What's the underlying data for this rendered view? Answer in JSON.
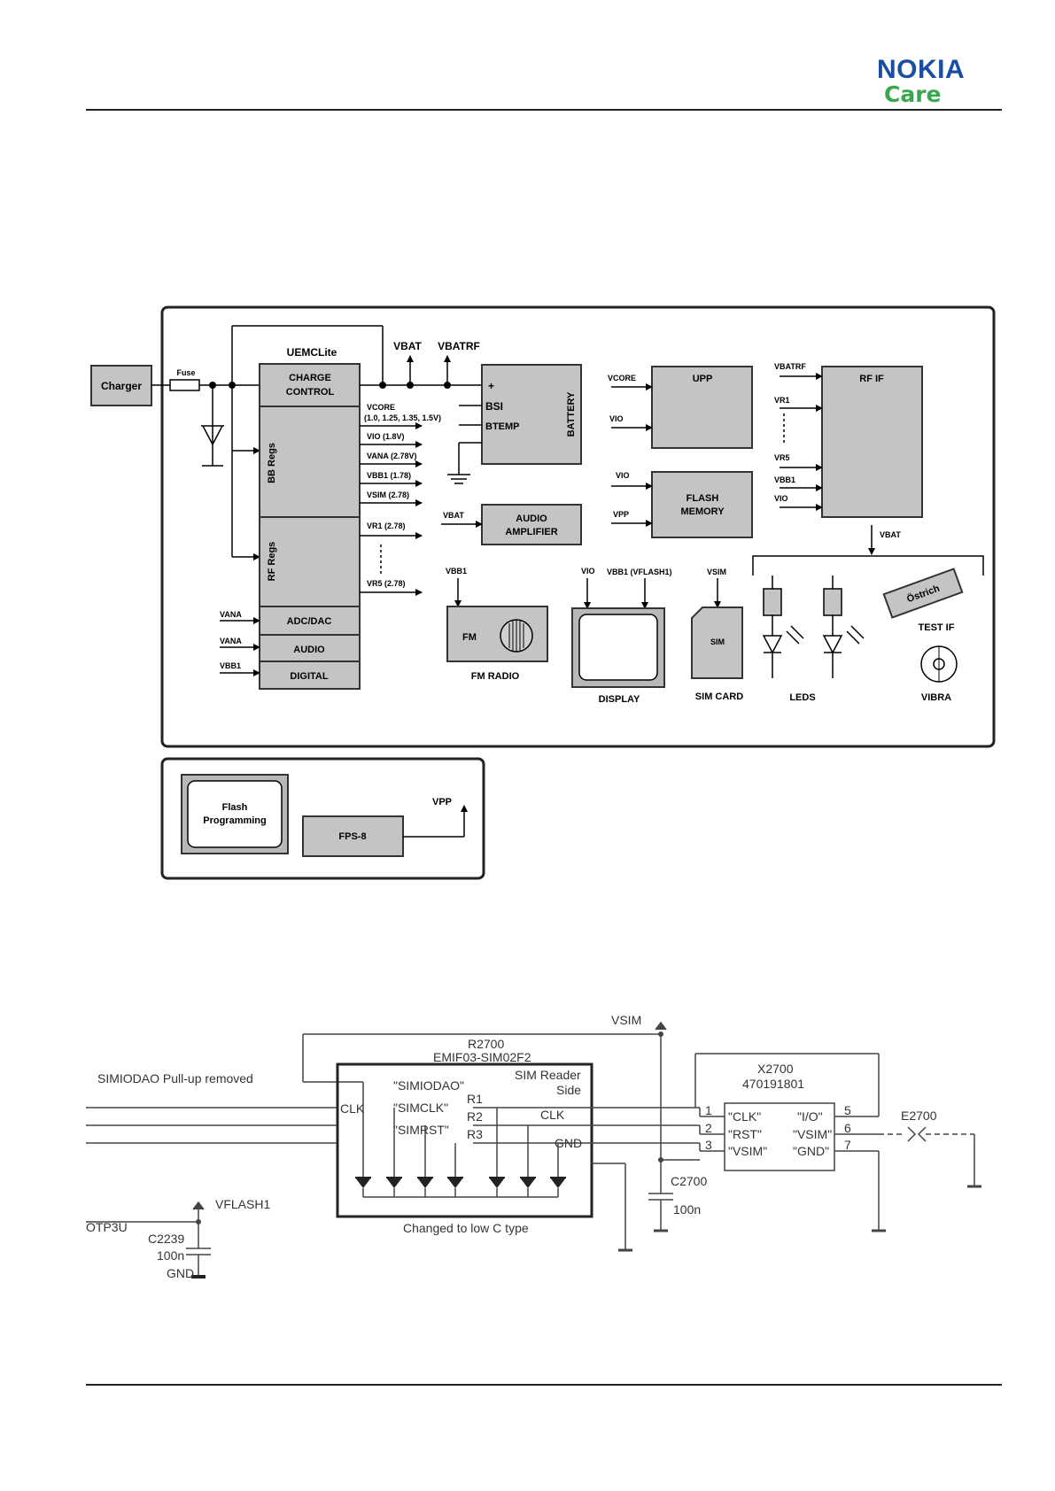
{
  "header": {
    "brand": "NOKIA",
    "sub_brand": "Care"
  },
  "block_diagram": {
    "charger": "Charger",
    "fuse": "Fuse",
    "uemc_title": "UEMCLite",
    "charge_control": [
      "CHARGE",
      "CONTROL"
    ],
    "bb_regs": "BB Regs",
    "rf_regs": "RF Regs",
    "adc_dac": "ADC/DAC",
    "audio": "AUDIO",
    "digital": "DIGITAL",
    "vana_1": "VANA",
    "vana_2": "VANA",
    "vbb1_in": "VBB1",
    "vbat_top": "VBAT",
    "vbatrf_top": "VBATRF",
    "outputs": [
      "VCORE",
      "(1.0, 1.25, 1.35, 1.5V)",
      "VIO (1.8V)",
      "VANA (2.78V)",
      "VBB1 (1.78)",
      "VSIM (2.78)",
      "VR1 (2.78)",
      "VR5 (2.78)"
    ],
    "battery": "BATTERY",
    "battery_plus": "+",
    "bsi": "BSI",
    "btemp": "BTEMP",
    "audio_amp": [
      "AUDIO",
      "AMPLIFIER"
    ],
    "audio_amp_vbat": "VBAT",
    "upp": "UPP",
    "upp_vcore": "VCORE",
    "upp_vio": "VIO",
    "flash_memory": [
      "FLASH",
      "MEMORY"
    ],
    "flash_vio": "VIO",
    "flash_vpp": "VPP",
    "rf_if": "RF IF",
    "rf_vbatrf": "VBATRF",
    "rf_vr1": "VR1",
    "rf_vr5": "VR5",
    "rf_vbb1": "VBB1",
    "rf_vio": "VIO",
    "rf_vbat": "VBAT",
    "fm_vbb1": "VBB1",
    "fm": "FM",
    "fm_radio": "FM RADIO",
    "display_vio": "VIO",
    "display_vbb1": "VBB1 (VFLASH1)",
    "display": "DISPLAY",
    "sim_vsim": "VSIM",
    "sim": "SIM",
    "sim_card": "SIM CARD",
    "leds": "LEDS",
    "ostrich": "Östrich",
    "test_if": "TEST IF",
    "vibra": "VIBRA"
  },
  "flash_diagram": {
    "flash_prog": [
      "Flash",
      "Programming"
    ],
    "fps8": "FPS-8",
    "vpp": "VPP"
  },
  "schematic": {
    "vsim": "VSIM",
    "r2700": "R2700",
    "emif": "EMIF03-SIM02F2",
    "pullup_note": "SIMIODAO Pull-up removed",
    "sim_reader_side": [
      "SIM Reader",
      "Side"
    ],
    "sig_simiodao": "\"SIMIODAO\"",
    "sig_simclk": "\"SIMCLK\"",
    "sig_simrst": "\"SIMRST\"",
    "r1": "R1",
    "r2": "R2",
    "r3": "R3",
    "clk_left": "CLK",
    "clk_right": "CLK",
    "gnd": "GND",
    "changed_note": "Changed to low C type",
    "x2700": "X2700",
    "x2700_pn": "470191801",
    "pins_left": [
      "\"CLK\"",
      "\"RST\"",
      "\"VSIM\""
    ],
    "pins_right": [
      "\"I/O\"",
      "\"VSIM\"",
      "\"GND\""
    ],
    "pin_nums_left": [
      "1",
      "2",
      "3"
    ],
    "pin_nums_right": [
      "5",
      "6",
      "7"
    ],
    "e2700": "E2700",
    "c2700": "C2700",
    "c2700_val": "100n",
    "vflash1": "VFLASH1",
    "otp3u": "OTP3U",
    "c2239": "C2239",
    "c2239_val": "100n",
    "gnd_bottom": "GND"
  }
}
